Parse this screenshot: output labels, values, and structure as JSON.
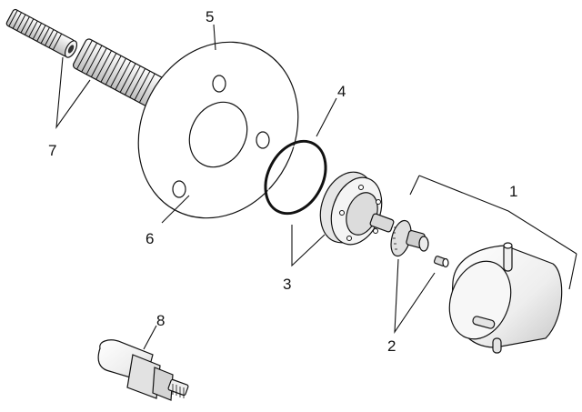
{
  "callouts": {
    "c1": "1",
    "c2": "2",
    "c3": "3",
    "c4": "4",
    "c5": "5",
    "c6": "6",
    "c7": "7",
    "c8": "8"
  },
  "colors": {
    "line": "#111111",
    "part_fill": "#f2f2f2",
    "part_shade": "#cfcfcf",
    "background": "#ffffff"
  }
}
